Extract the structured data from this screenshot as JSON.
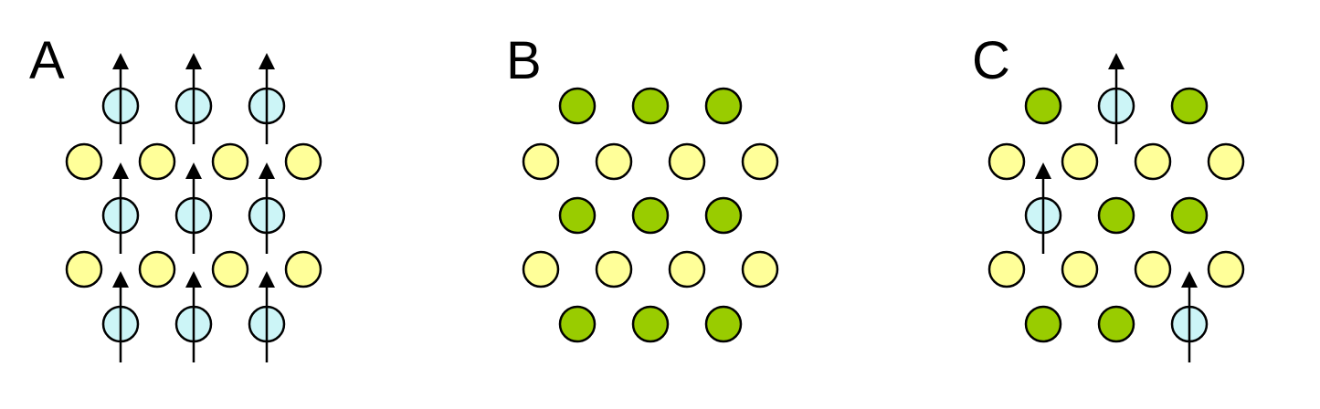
{
  "colors": {
    "spin_atom": "#ccf5f7",
    "plain_atom": "#ffff99",
    "nonmagnetic_atom": "#99cc00",
    "outline": "#000000",
    "arrow": "#000000",
    "background": "#ffffff"
  },
  "panels": [
    {
      "label": "A",
      "rows": [
        [
          "spin",
          "spin",
          "spin"
        ],
        [
          "plain",
          "plain",
          "plain",
          "plain"
        ],
        [
          "spin",
          "spin",
          "spin"
        ],
        [
          "plain",
          "plain",
          "plain",
          "plain"
        ],
        [
          "spin",
          "spin",
          "spin"
        ]
      ]
    },
    {
      "label": "B",
      "rows": [
        [
          "nonmagnetic",
          "nonmagnetic",
          "nonmagnetic"
        ],
        [
          "plain",
          "plain",
          "plain",
          "plain"
        ],
        [
          "nonmagnetic",
          "nonmagnetic",
          "nonmagnetic"
        ],
        [
          "plain",
          "plain",
          "plain",
          "plain"
        ],
        [
          "nonmagnetic",
          "nonmagnetic",
          "nonmagnetic"
        ]
      ]
    },
    {
      "label": "C",
      "rows": [
        [
          "nonmagnetic",
          "spin",
          "nonmagnetic"
        ],
        [
          "plain",
          "plain",
          "plain",
          "plain"
        ],
        [
          "spin",
          "nonmagnetic",
          "nonmagnetic"
        ],
        [
          "plain",
          "plain",
          "plain",
          "plain"
        ],
        [
          "nonmagnetic",
          "nonmagnetic",
          "spin"
        ]
      ]
    }
  ]
}
